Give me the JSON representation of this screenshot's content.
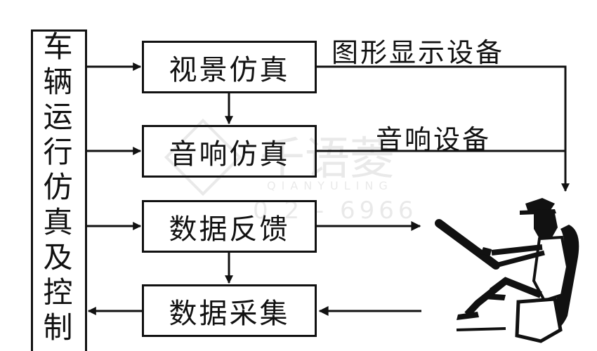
{
  "side_box": {
    "label": "车辆运行仿真及控制"
  },
  "blocks": [
    {
      "id": "visual",
      "label": "视景仿真"
    },
    {
      "id": "sound",
      "label": "音响仿真"
    },
    {
      "id": "feedback",
      "label": "数据反馈"
    },
    {
      "id": "collect",
      "label": "数据采集"
    }
  ],
  "devices": {
    "graphic": "图形显示设备",
    "audio": "音响设备"
  },
  "watermark": {
    "cn": "千语菱",
    "en": "QIANYULING",
    "phone": "0 2 - 6966"
  },
  "icons": {
    "driver": "seated-driver-icon"
  },
  "colors": {
    "line": "#111111",
    "background": "#ffffff"
  }
}
